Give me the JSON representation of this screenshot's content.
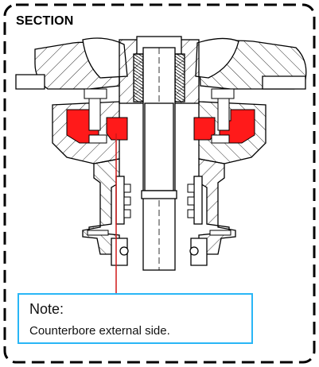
{
  "section": {
    "title": "SECTION"
  },
  "note": {
    "title": "Note:",
    "text": "Counterbore external side."
  },
  "colors": {
    "highlight": "#ff1a1a",
    "leader": "#d01818",
    "note_border": "#29b6f6",
    "outline": "#000000"
  }
}
